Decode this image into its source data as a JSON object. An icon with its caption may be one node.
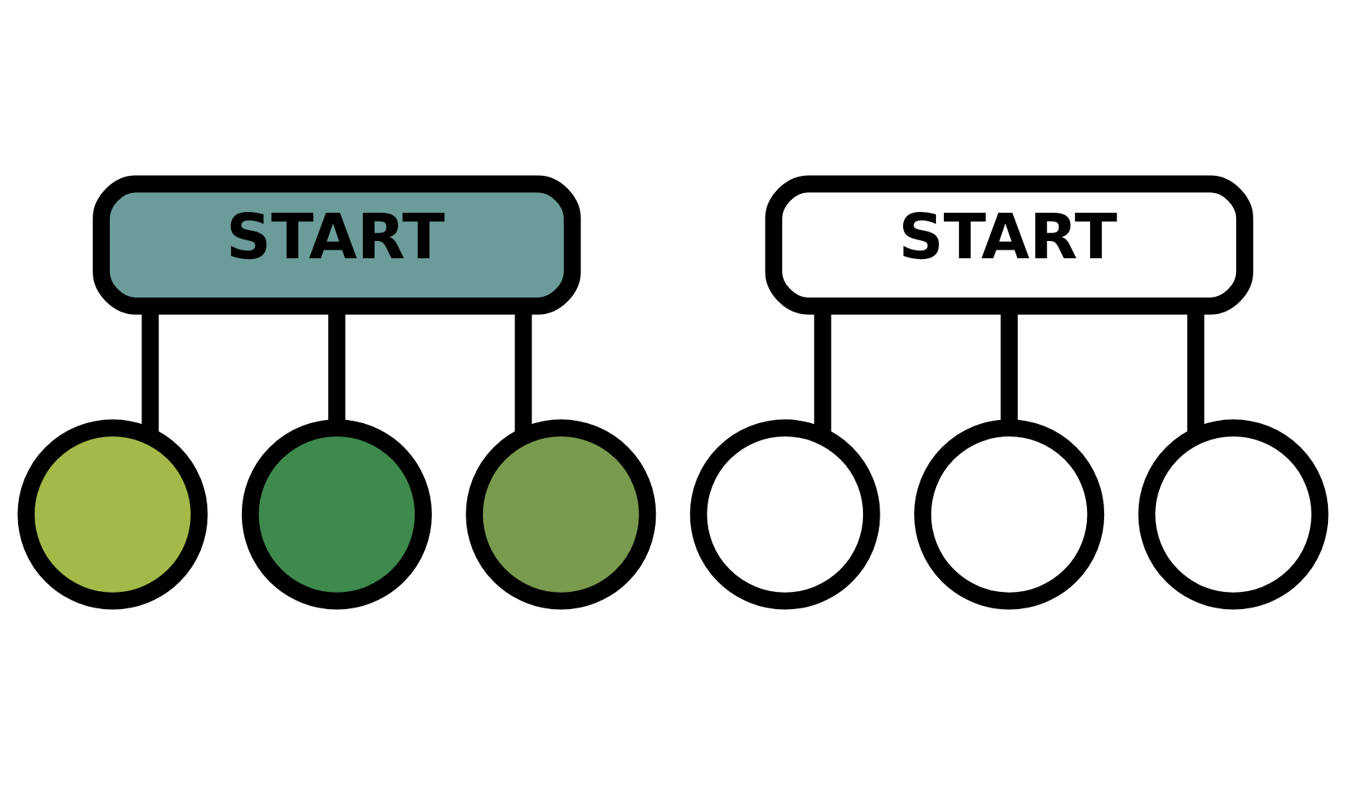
{
  "diagram": {
    "nodes": [
      {
        "text": [
          "START"
        ]
      },
      {
        "text": [],
        "shape": "circle"
      },
      {
        "text": [],
        "shape": "circle"
      },
      {
        "text": [],
        "shape": "circle"
      },
      {
        "text": [
          "START"
        ]
      },
      {
        "text": [],
        "shape": "circle"
      },
      {
        "text": [],
        "shape": "circle"
      },
      {
        "text": [],
        "shape": "circle"
      }
    ],
    "edges": [
      {
        "from": 0,
        "to": 1,
        "arrow": "none"
      },
      {
        "from": 0,
        "to": 2,
        "arrow": "none"
      },
      {
        "from": 0,
        "to": 3,
        "arrow": "none"
      },
      {
        "from": 4,
        "to": 5,
        "arrow": "none"
      },
      {
        "from": 4,
        "to": 6,
        "arrow": "none"
      },
      {
        "from": 4,
        "to": 7,
        "arrow": "none"
      }
    ]
  }
}
